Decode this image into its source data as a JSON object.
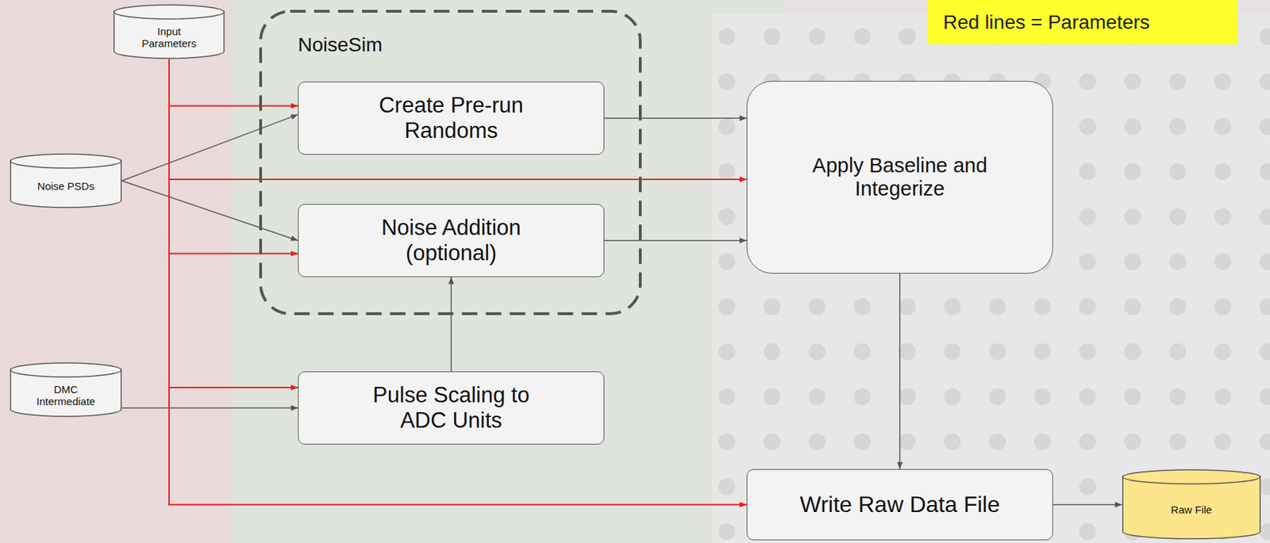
{
  "diagram": {
    "nodes": [
      {
        "text": [
          "Input Parameters"
        ]
      },
      {
        "text": [
          "Noise PSDs"
        ]
      },
      {
        "text": [
          "DMC Intermediate"
        ]
      },
      {
        "text": [
          "NoiseSim"
        ]
      },
      {
        "text": [
          "Create Pre-run Randoms"
        ],
        "in": 3
      },
      {
        "text": [
          "Noise Addition (optional)"
        ],
        "in": 3
      },
      {
        "text": [
          "Pulse Scaling to ADC Units"
        ]
      },
      {
        "text": [
          "Apply Baseline and Integerize"
        ]
      },
      {
        "text": [
          "Write Raw Data File"
        ]
      },
      {
        "text": [
          "Raw File"
        ]
      }
    ],
    "edges": [
      {
        "from": 1,
        "to": 4,
        "arrow": "to"
      },
      {
        "from": 1,
        "to": 5,
        "arrow": "to"
      },
      {
        "from": 4,
        "to": 7,
        "arrow": "to"
      },
      {
        "from": 5,
        "to": 7,
        "arrow": "to"
      },
      {
        "from": 6,
        "to": 5,
        "arrow": "to"
      },
      {
        "from": 2,
        "to": 6,
        "arrow": "to"
      },
      {
        "from": 7,
        "to": 8,
        "arrow": "to"
      },
      {
        "from": 8,
        "to": 9,
        "arrow": "to"
      },
      {
        "from": 0,
        "to": 4,
        "arrow": "to"
      },
      {
        "from": 0,
        "to": 7,
        "arrow": "to"
      },
      {
        "from": 0,
        "to": 5,
        "arrow": "to"
      },
      {
        "from": 0,
        "to": 6,
        "arrow": "to"
      },
      {
        "from": 0,
        "to": 8,
        "arrow": "to"
      }
    ],
    "labels": [
      "Red lines = Parameters"
    ]
  }
}
